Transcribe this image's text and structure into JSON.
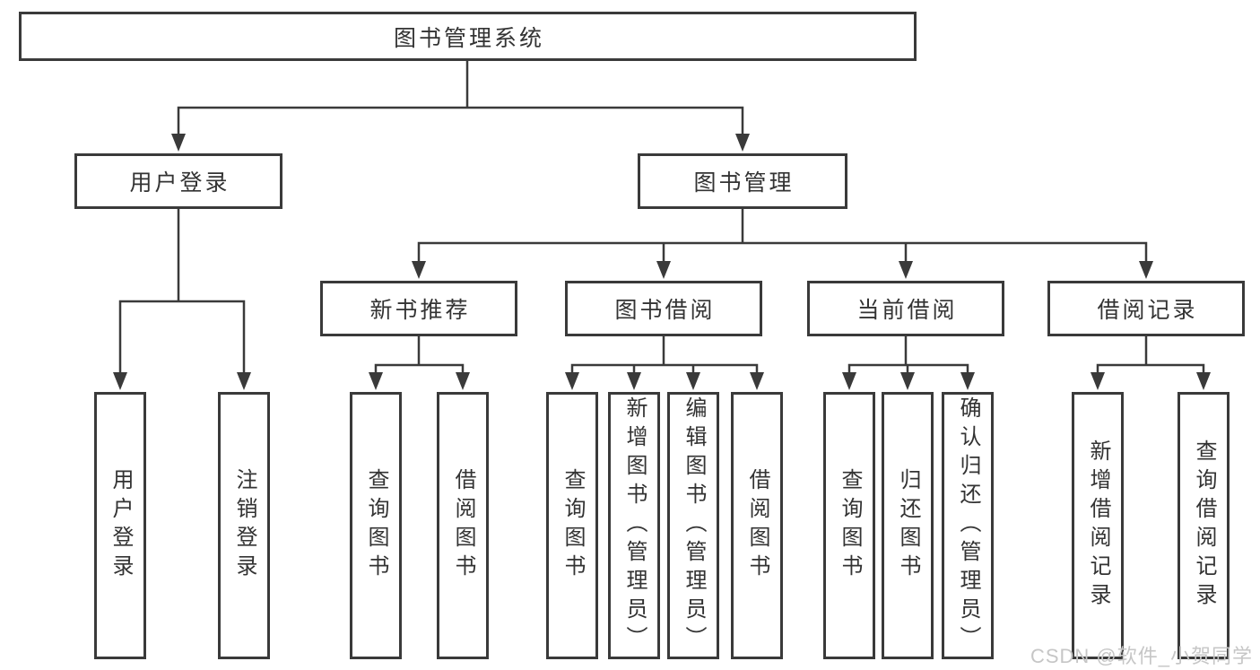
{
  "diagram_title": "图书管理系统",
  "colors": {
    "line": "#3a3a3a",
    "text": "#333333",
    "watermark": "#c6c6c6",
    "background": "#ffffff"
  },
  "nodes": {
    "root": "图书管理系统",
    "level2": {
      "user_login": "用户登录",
      "book_mgmt": "图书管理"
    },
    "level3": {
      "new_book_rec": "新书推荐",
      "book_borrow": "图书借阅",
      "current_borrow": "当前借阅",
      "borrow_records": "借阅记录"
    },
    "leaves": {
      "user_login": "用户登录",
      "logout": "注销登录",
      "rec_query_book": "查询图书",
      "rec_borrow_book": "借阅图书",
      "borrow_query_book": "查询图书",
      "borrow_add_book": "新增图书（管理员）",
      "borrow_edit_book": "编辑图书（管理员）",
      "borrow_borrow_book": "借阅图书",
      "current_query_book": "查询图书",
      "current_return_book": "归还图书",
      "current_confirm_return": "确认归还（管理员）",
      "records_add_record": "新增借阅记录",
      "records_query_record": "查询借阅记录"
    }
  },
  "watermark": "CSDN @软件_小贺同学"
}
